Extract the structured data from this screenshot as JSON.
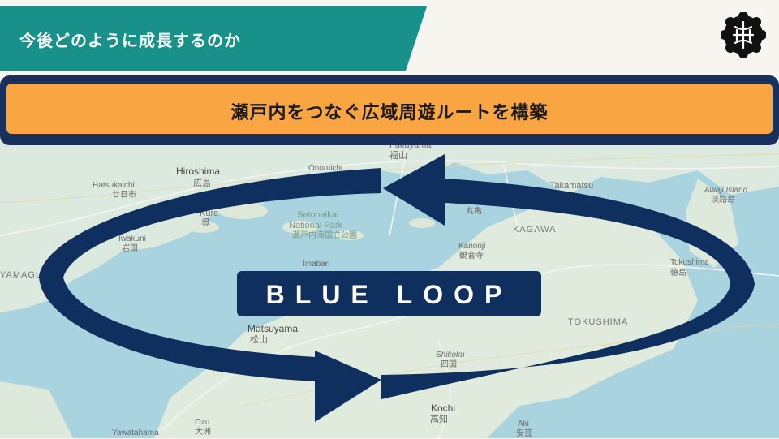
{
  "header": {
    "title": "今後どのように成長するのか"
  },
  "banner": {
    "text": "瀬戸内をつなぐ広域周遊ルートを構築"
  },
  "badge": {
    "text": "BLUE LOOP"
  },
  "map_labels": {
    "hiroshima": "Hiroshima",
    "hiroshima_jp": "広島",
    "hatsukaichi": "Hatsukaichi",
    "hatsukaichi_jp": "廿日市",
    "kure": "Kure",
    "kure_jp": "呉",
    "iwakuni": "Iwakuni",
    "iwakuni_jp": "岩国",
    "yamaguchi": "YAMAGUCHI",
    "onomichi": "Onomichi",
    "fukuyama": "Fukuyama",
    "fukuyama_jp": "福山",
    "setonaikai": "Setonaikai",
    "national_park": "National Park",
    "park_jp": "瀬戸内海国立公園",
    "imabari": "Imabari",
    "takamatsu": "Takamatsu",
    "kagawa": "KAGAWA",
    "kanonji": "Kanonji",
    "kanonji_jp": "観音寺",
    "awaji": "Awaji Island",
    "awaji_jp": "淡路島",
    "tokushima": "Tokushima",
    "tokushima_jp": "徳島",
    "tokushima_pref": "TOKUSHIMA",
    "matsuyama": "Matsuyama",
    "matsuyama_jp": "松山",
    "shikoku": "Shikoku",
    "shikoku_jp": "四国",
    "kochi": "Kochi",
    "kochi_jp": "高知",
    "ozu": "Ozu",
    "ozu_jp": "大洲",
    "yawatahama": "Yawatahama",
    "aki": "Aki",
    "aki_jp": "安芸",
    "maru_jp": "丸亀"
  },
  "colors": {
    "header_band": "#17918a",
    "banner_border": "#17305d",
    "banner_fill": "#f9a541",
    "loop_arrow": "#0f2f5e"
  }
}
